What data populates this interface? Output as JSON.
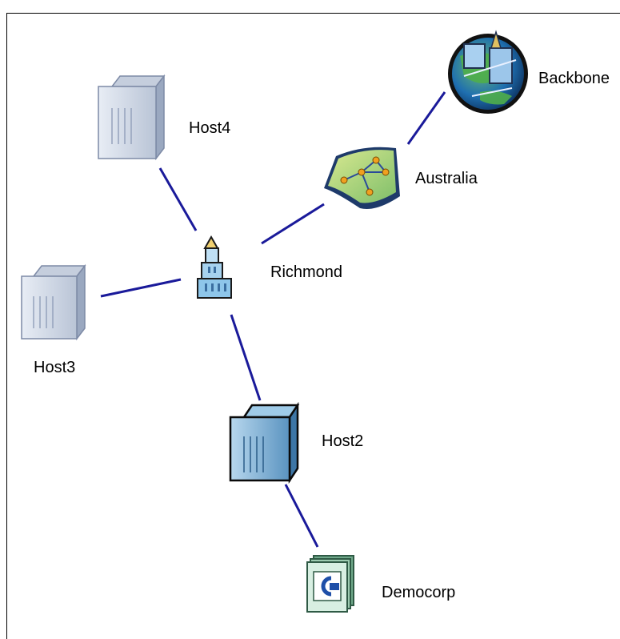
{
  "nodes": {
    "backbone": {
      "label": "Backbone",
      "icon": "globe-building-icon"
    },
    "australia": {
      "label": "Australia",
      "icon": "map-network-icon"
    },
    "host4": {
      "label": "Host4",
      "icon": "server-icon"
    },
    "richmond": {
      "label": "Richmond",
      "icon": "building-icon"
    },
    "host3": {
      "label": "Host3",
      "icon": "server-icon"
    },
    "host2": {
      "label": "Host2",
      "icon": "server-icon"
    },
    "democorp": {
      "label": "Democorp",
      "icon": "company-logo-icon"
    }
  },
  "colors": {
    "link": "#1a1a9a",
    "server_light": "#d4dbe8",
    "server_dark": "#8ab6d6"
  }
}
